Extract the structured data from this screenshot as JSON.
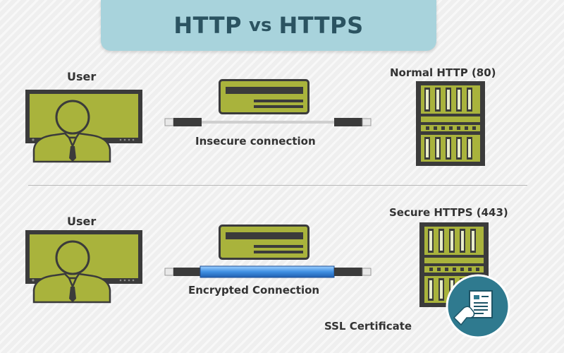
{
  "title": {
    "part1": "HTTP",
    "vs": "vs",
    "part2": "HTTPS"
  },
  "top_scenario": {
    "user_label": "User",
    "server_label": "Normal HTTP (80)",
    "connection_label": "Insecure connection"
  },
  "bottom_scenario": {
    "user_label": "User",
    "server_label": "Secure HTTPS (443)",
    "connection_label": "Encrypted Connection",
    "certificate_label": "SSL Certificate"
  },
  "colors": {
    "olive": "#a9b33c",
    "dark": "#3b3b3b",
    "banner": "#a8d3dc",
    "title_text": "#2b5361",
    "encrypted_pipe": "#3f8fe2",
    "ssl_badge": "#2f7a8f"
  },
  "icons": [
    "monitor-user-icon",
    "credit-card-icon",
    "cable-plug-icon",
    "server-rack-icon",
    "certificate-hand-icon"
  ]
}
